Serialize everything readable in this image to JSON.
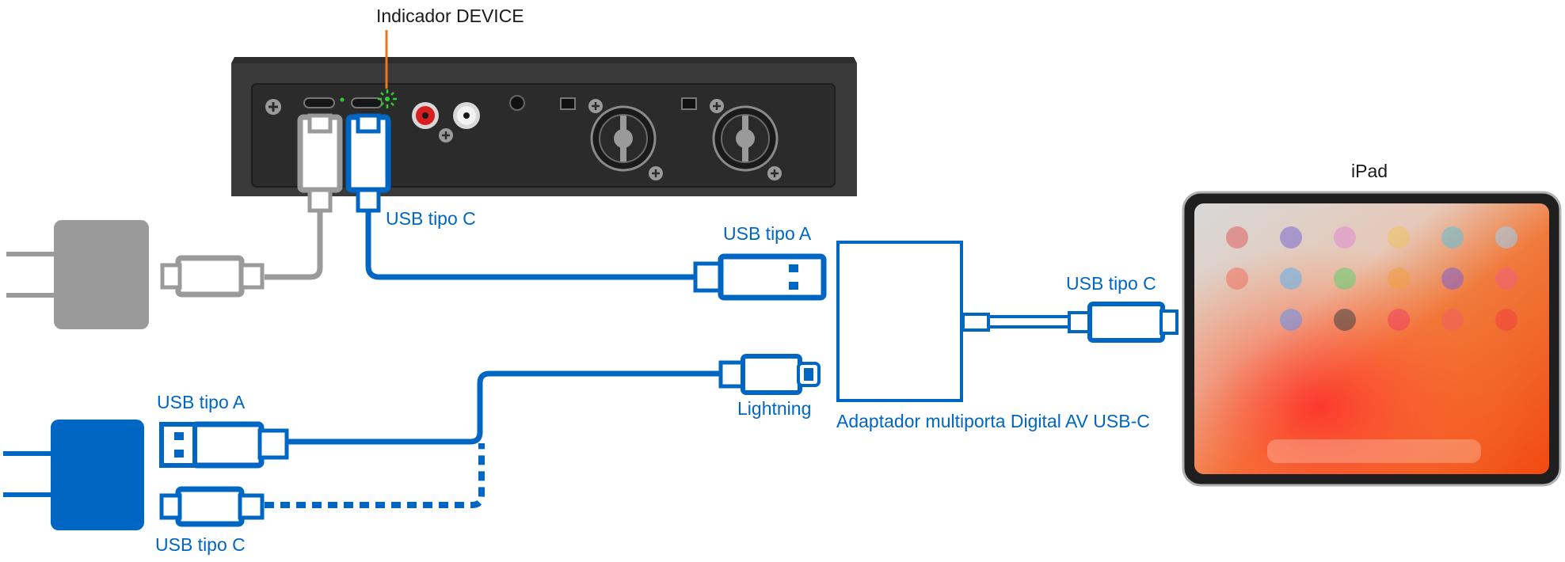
{
  "labels": {
    "device_indicator": "Indicador DEVICE",
    "ipad": "iPad",
    "usb_c_device": "USB tipo C",
    "usb_a_adapter": "USB tipo A",
    "usb_c_ipad": "USB tipo C",
    "lightning": "Lightning",
    "adapter": "Adaptador multiporta Digital AV USB-C",
    "usb_a_charger": "USB tipo A",
    "usb_c_charger": "USB tipo C"
  },
  "colors": {
    "cable_blue": "#0066c4",
    "cable_gray": "#9a9a9a",
    "device_body": "#3a3a3a",
    "indicator_orange": "#e87722",
    "indicator_green": "#33cc33"
  }
}
